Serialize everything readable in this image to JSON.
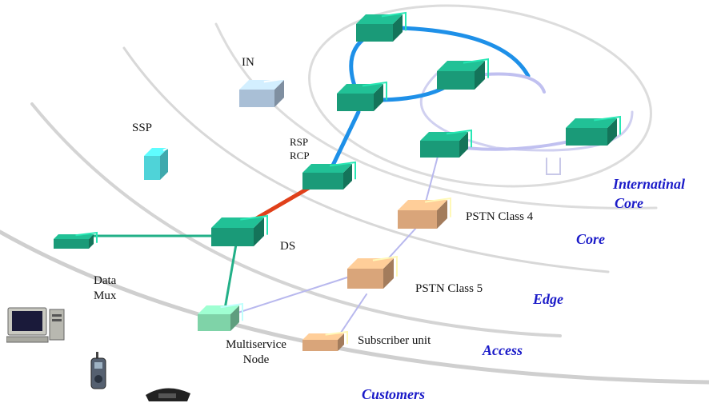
{
  "diagram": {
    "nodes": {
      "in": "IN",
      "ssp": "SSP",
      "rsp": "RSP",
      "rcp": "RCP",
      "ds": "DS",
      "data_mux_line1": "Data",
      "data_mux_line2": "Mux",
      "pstn_class4": "PSTN Class 4",
      "pstn_class5": "PSTN Class 5",
      "multiservice_line1": "Multiservice",
      "multiservice_line2": "Node",
      "subscriber_unit": "Subscriber unit"
    },
    "tiers": {
      "international_line1": "Internatinal",
      "international_line2": "Core",
      "core": "Core",
      "edge": "Edge",
      "access": "Access",
      "customers": "Customers"
    },
    "colors": {
      "tier_label": "#1a1ac8",
      "core_switch": "#1a9a78",
      "pstn_box": "#d9a57a",
      "in_box": "#a9bfd6",
      "ssp_box": "#4fd3d8",
      "multiservice_box": "#7fd3a8",
      "ring_link": "#1e90e8",
      "rsp_ds_link": "#e0401a",
      "green_link": "#22b088",
      "pstn_link": "#b8b8ee"
    }
  }
}
